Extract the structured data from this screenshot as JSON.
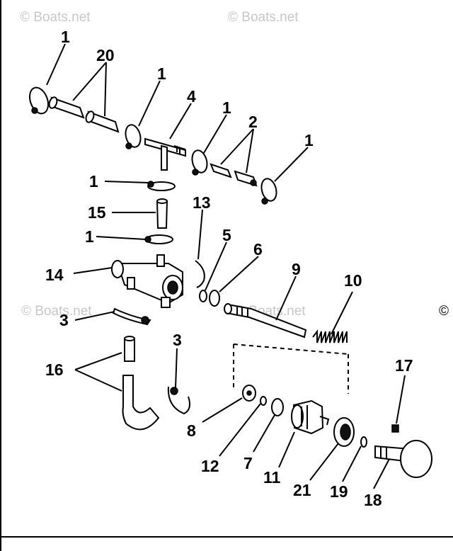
{
  "watermarks": [
    "© Boats.net",
    "© Boats.net",
    "© Boats.net",
    "© Boats.net",
    "©"
  ],
  "callouts": {
    "c1a": "1",
    "c20": "20",
    "c1b": "1",
    "c4": "4",
    "c1c": "1",
    "c2": "2",
    "c1d": "1",
    "c1e": "1",
    "c15": "15",
    "c1f": "1",
    "c13": "13",
    "c5": "5",
    "c6": "6",
    "c14": "14",
    "c9": "9",
    "c10": "10",
    "c3a": "3",
    "c3b": "3",
    "c16": "16",
    "c17": "17",
    "c8": "8",
    "c12": "12",
    "c7": "7",
    "c11": "11",
    "c21": "21",
    "c19": "19",
    "c18": "18"
  }
}
